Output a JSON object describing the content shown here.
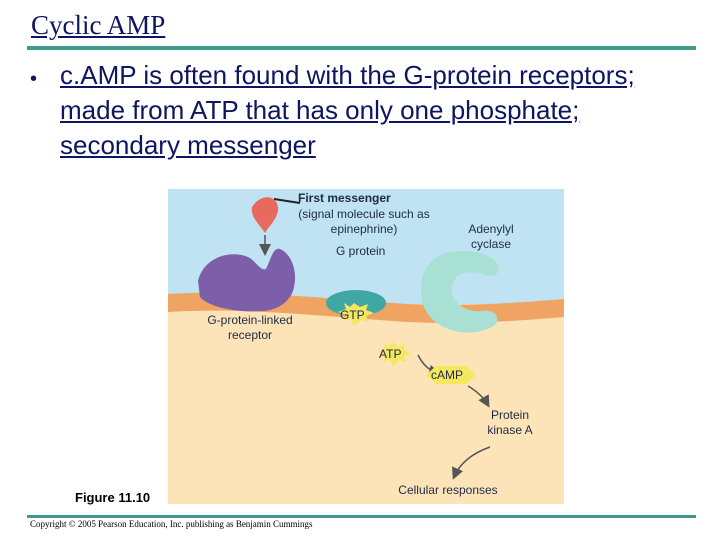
{
  "slide": {
    "title": "Cyclic AMP",
    "bullet": "c.AMP is often found with the G-protein receptors; made from ATP that has only one phosphate; secondary messenger"
  },
  "figure": {
    "labels": {
      "first_messenger_title": "First messenger",
      "first_messenger_detail": "(signal molecule such as epinephrine)",
      "g_protein": "G protein",
      "adenylyl_cyclase": "Adenylyl cyclase",
      "receptor": "G-protein-linked receptor",
      "gtp": "GTP",
      "atp": "ATP",
      "camp": "cAMP",
      "protein_kinase": "Protein kinase A",
      "cellular_responses": "Cellular responses"
    },
    "caption": "Figure 11.10",
    "colors": {
      "extracellular": "#bfe3f2",
      "cytoplasm": "#fce3b8",
      "membrane": "#f0a463",
      "receptor": "#7c5fa8",
      "g_protein": "#3fa7a6",
      "adenylyl_cyclase": "#a8e0d4",
      "signal": "#e86a5c",
      "gtp": "#f5e860",
      "atp": "#f5e860"
    }
  },
  "footer": {
    "copyright": "Copyright © 2005 Pearson Education, Inc. publishing as Benjamin Cummings"
  }
}
